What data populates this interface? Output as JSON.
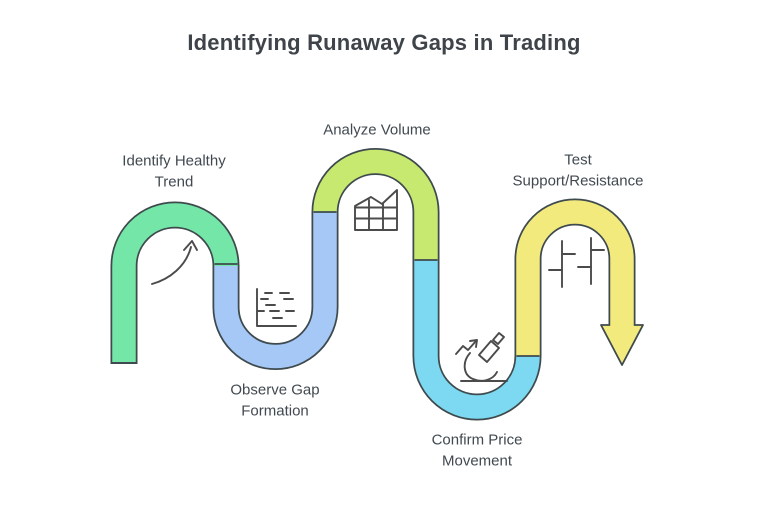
{
  "title": "Identifying Runaway Gaps in Trading",
  "colors": {
    "background": "#ffffff",
    "outline": "#3e4a4e",
    "icon": "#4b4b4b",
    "green": "#74e6a7",
    "blue": "#a5c8f7",
    "lime": "#c8e96f",
    "cyan": "#7cd9f1",
    "yellow": "#f3ea7e"
  },
  "steps": [
    {
      "label": "Identify Healthy\nTrend",
      "icon": "curved-growth-arrow",
      "segment_color": "#74e6a7"
    },
    {
      "label": "Observe Gap\nFormation",
      "icon": "gap-price-chart",
      "segment_color": "#a5c8f7"
    },
    {
      "label": "Analyze Volume",
      "icon": "volume-grid-chart",
      "segment_color": "#c8e96f"
    },
    {
      "label": "Confirm Price\nMovement",
      "icon": "microscope",
      "segment_color": "#7cd9f1"
    },
    {
      "label": "Test\nSupport/Resistance",
      "icon": "ohlc-bars",
      "segment_color": "#f3ea7e"
    }
  ]
}
